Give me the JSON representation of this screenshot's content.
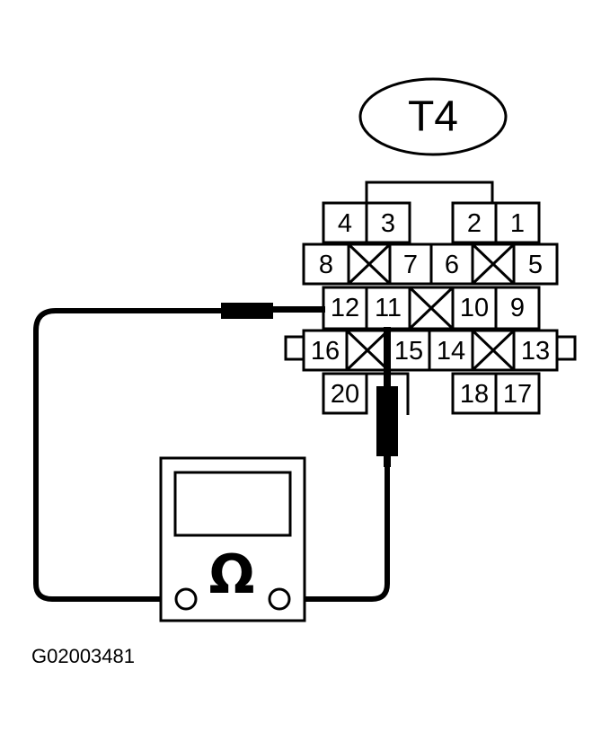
{
  "connector": {
    "label": "T4",
    "pins": {
      "p1": "1",
      "p2": "2",
      "p3": "3",
      "p4": "4",
      "p5": "5",
      "p6": "6",
      "p7": "7",
      "p8": "8",
      "p9": "9",
      "p10": "10",
      "p11": "11",
      "p12": "12",
      "p13": "13",
      "p14": "14",
      "p15": "15",
      "p16": "16",
      "p17": "17",
      "p18": "18",
      "p20": "20"
    }
  },
  "meter": {
    "symbol": "Ω",
    "icon": "ohmmeter-icon"
  },
  "figure_id": "G02003481",
  "colors": {
    "line": "#000000",
    "background": "#ffffff"
  }
}
